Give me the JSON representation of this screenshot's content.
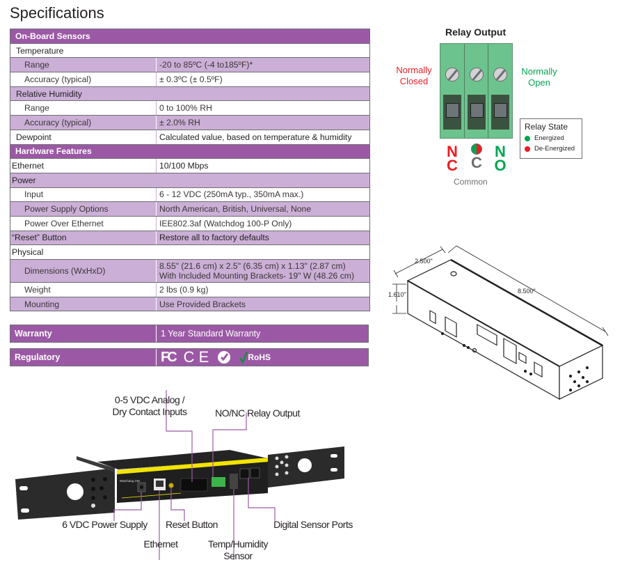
{
  "title": "Specifications",
  "spec_table": {
    "sections": [
      {
        "label": "On-Board Sensors",
        "type": "header"
      },
      {
        "label": "Temperature",
        "type": "group"
      },
      {
        "label": "Range",
        "value": "-20 to 85ºC (-4 to185ºF)*",
        "type": "sub"
      },
      {
        "label": "Accuracy (typical)",
        "value": "± 0.3ºC (± 0.5ºF)",
        "type": "sub"
      },
      {
        "label": "Relative Humidity",
        "type": "group"
      },
      {
        "label": "Range",
        "value": "0 to 100% RH",
        "type": "sub"
      },
      {
        "label": "Accuracy (typical)",
        "value": "± 2.0% RH",
        "type": "sub"
      },
      {
        "label": "Dewpoint",
        "value": "Calculated value, based on temperature & humidity",
        "type": "item"
      },
      {
        "label": "Hardware Features",
        "type": "header"
      },
      {
        "label": "Ethernet",
        "value": "10/100 Mbps",
        "type": "item"
      },
      {
        "label": "Power",
        "type": "group"
      },
      {
        "label": "Input",
        "value": "6 - 12 VDC (250mA typ., 350mA max.)",
        "type": "sub"
      },
      {
        "label": "Power Supply Options",
        "value": "North American, British, Universal, None",
        "type": "sub"
      },
      {
        "label": "Power Over Ethernet",
        "value": "IEE802.3af (Watchdog 100-P Only)",
        "type": "sub"
      },
      {
        "label": "“Reset” Button",
        "value": "Restore all to factory defaults",
        "type": "item"
      },
      {
        "label": "Physical",
        "type": "group"
      },
      {
        "label": "Dimensions (WxHxD)",
        "value": "8.55\" (21.6 cm) x 2.5\" (6.35 cm) x 1.13\" (2.87 cm)",
        "value2": "With Included Mounting Brackets- 19\" W (48.26 cm)",
        "type": "sub"
      },
      {
        "label": "Weight",
        "value": "2 lbs (0.9 kg)",
        "type": "sub"
      },
      {
        "label": "Mounting",
        "value": "Use Provided Brackets",
        "type": "sub"
      }
    ],
    "warranty": {
      "label": "Warranty",
      "value": "1 Year Standard Warranty"
    },
    "regulatory": {
      "label": "Regulatory",
      "logos": [
        "FC",
        "CE",
        "C-tick",
        "RoHS"
      ],
      "fcc": "FC",
      "ce": "C E",
      "rohs": "RoHS"
    }
  },
  "relay": {
    "title": "Relay Output",
    "nc_label_1": "Normally",
    "nc_label_2": "Closed",
    "no_label_1": "Normally",
    "no_label_2": "Open",
    "nc_letters": [
      "N",
      "C"
    ],
    "c_letter": "C",
    "no_letters": [
      "N",
      "O"
    ],
    "common_label": "Common",
    "legend": {
      "title": "Relay State",
      "items": [
        {
          "label": "Energized",
          "color": "#00a651"
        },
        {
          "label": "De-Energized",
          "color": "#ed1c24"
        }
      ]
    }
  },
  "dimensions_drawing": {
    "width": "2.500\"",
    "length": "8.500\"",
    "height": "1.610\""
  },
  "device": {
    "model_text": "Watchdog 100",
    "callouts": {
      "analog": [
        "0-5 VDC Analog /",
        "Dry Contact Inputs"
      ],
      "relay": "NO/NC Relay Output",
      "power": "6 VDC Power Supply",
      "reset": "Reset Button",
      "ethernet": "Ethernet",
      "temp": [
        "Temp/Humidity",
        "Sensor"
      ],
      "digital": "Digital Sensor Ports"
    }
  },
  "colors": {
    "header_purple": "#9b59a5",
    "row_lavender": "#cbafd6",
    "red": "#ed1c24",
    "green": "#00a651",
    "terminal_green": "#6cc38d",
    "yellow_stripe": "#f2e400"
  }
}
